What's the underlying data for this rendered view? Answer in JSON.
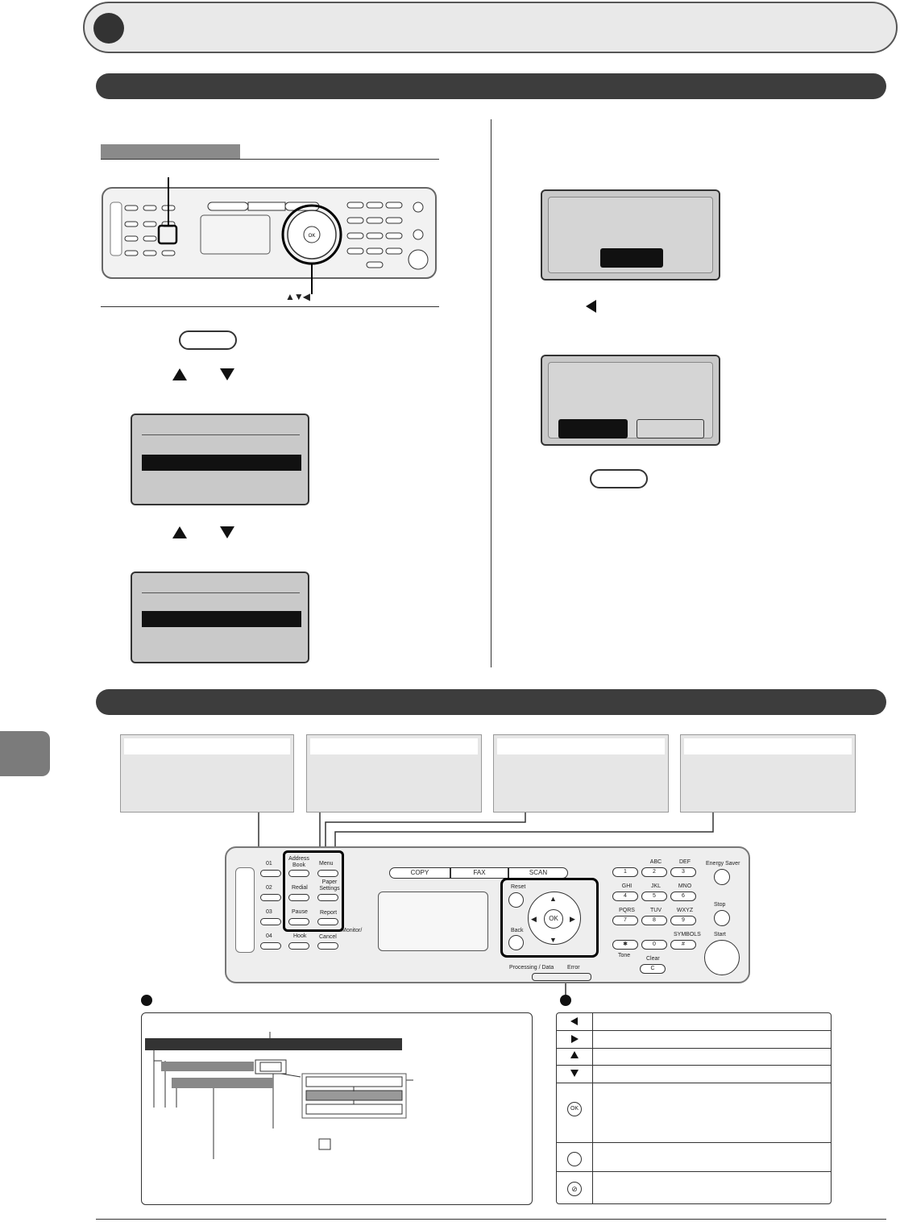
{
  "key_caption": "▲▼◀",
  "panel1": {
    "one_touch": [
      "01",
      "02",
      "03",
      "04"
    ],
    "col2": [
      "Address Book",
      "Redial",
      "Pause",
      "Hook"
    ],
    "col3": [
      "Menu",
      "Paper Settings",
      "Report",
      "Cancel"
    ],
    "modes": [
      "COPY",
      "FAX",
      "SCAN"
    ],
    "nav": {
      "reset": "Reset",
      "back": "Back",
      "ok": "OK"
    },
    "processing": "Processing / Data",
    "error": "Error",
    "keypad": [
      {
        "num": "1",
        "letters": ""
      },
      {
        "num": "2",
        "letters": "ABC"
      },
      {
        "num": "3",
        "letters": "DEF"
      },
      {
        "num": "4",
        "letters": "GHI"
      },
      {
        "num": "5",
        "letters": "JKL"
      },
      {
        "num": "6",
        "letters": "MNO"
      },
      {
        "num": "7",
        "letters": "PQRS"
      },
      {
        "num": "8",
        "letters": "TUV"
      },
      {
        "num": "9",
        "letters": "WXYZ"
      },
      {
        "num": "✱",
        "letters": ""
      },
      {
        "num": "0",
        "letters": ""
      },
      {
        "num": "#",
        "letters": "SYMBOLS"
      }
    ],
    "tone": "Tone",
    "clear": "Clear",
    "clear_key": "C",
    "energy_saver": "Energy Saver",
    "stop": "Stop",
    "start": "Start",
    "partial_label": "Monitor/"
  },
  "colors": {
    "dark_bar": "#3d3d3d",
    "lcd": "#c9c9c9",
    "highlight": "#111111"
  },
  "icons": [
    "left-arrow-icon",
    "right-arrow-icon",
    "up-arrow-icon",
    "down-arrow-icon",
    "ok-icon",
    "back-icon",
    "reset-icon"
  ]
}
